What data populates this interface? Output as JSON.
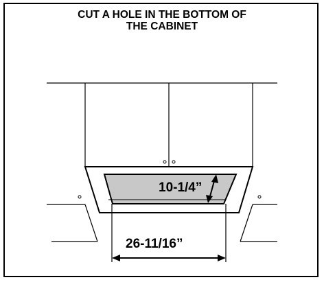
{
  "title": {
    "line1": "CUT A HOLE IN THE BOTTOM OF",
    "line2": "THE CABINET"
  },
  "dimensions": {
    "depth": "10-1/4”",
    "width": "26-11/16”"
  },
  "colors": {
    "line": "#000000",
    "cutout_fill": "#c8c8c8",
    "background": "#ffffff"
  }
}
